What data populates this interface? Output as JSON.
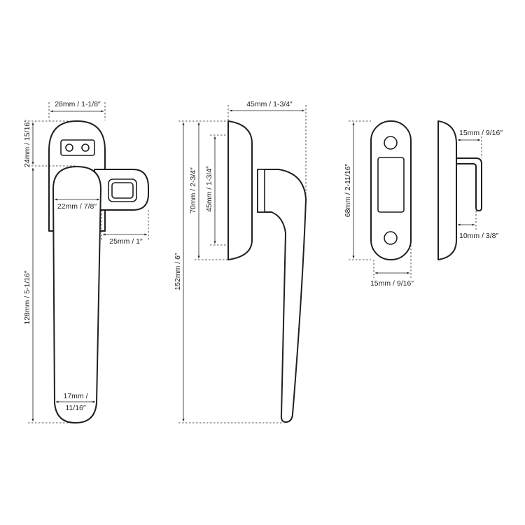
{
  "colors": {
    "line": "#231f20",
    "background": "#ffffff"
  },
  "dimensions": {
    "front_width_top": "28mm / 1-1/8″",
    "front_top_height": "24mm / 15/16″",
    "front_handle_width": "22mm / 7/8″",
    "front_keeper_width": "25mm / 1″",
    "front_handle_length": "128mm / 5-1/16″",
    "front_tip_width_1": "17mm /",
    "front_tip_width_2": "11/16″",
    "side_projection": "45mm / 1-3/4″",
    "side_total_height": "152mm / 6″",
    "side_base_height": "70mm / 2-3/4″",
    "side_inner_height": "45mm / 1-3/4″",
    "keeper_height": "68mm / 2-11/16″",
    "keeper_width": "15mm / 9/16″",
    "keeper_side_projection": "15mm / 9/16″",
    "keeper_side_hook": "10mm / 3/8″"
  }
}
